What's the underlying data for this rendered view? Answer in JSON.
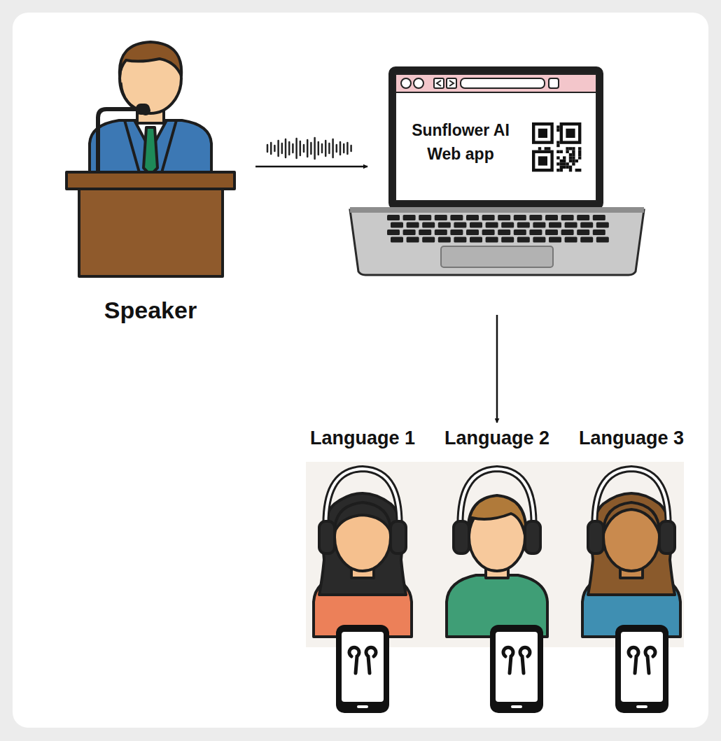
{
  "diagram": {
    "nodes": [
      {
        "text": [
          "Speaker"
        ]
      },
      {
        "text": [
          "Sunflower AI Web app"
        ]
      },
      {
        "text": [
          "Language 1"
        ]
      },
      {
        "text": [
          "Language 2"
        ]
      },
      {
        "text": [
          "Language 3"
        ]
      }
    ],
    "edges": [
      {
        "from": 0,
        "to": 1,
        "arrow": "to"
      },
      {
        "from": 1,
        "to": 3,
        "arrow": "to"
      }
    ]
  }
}
